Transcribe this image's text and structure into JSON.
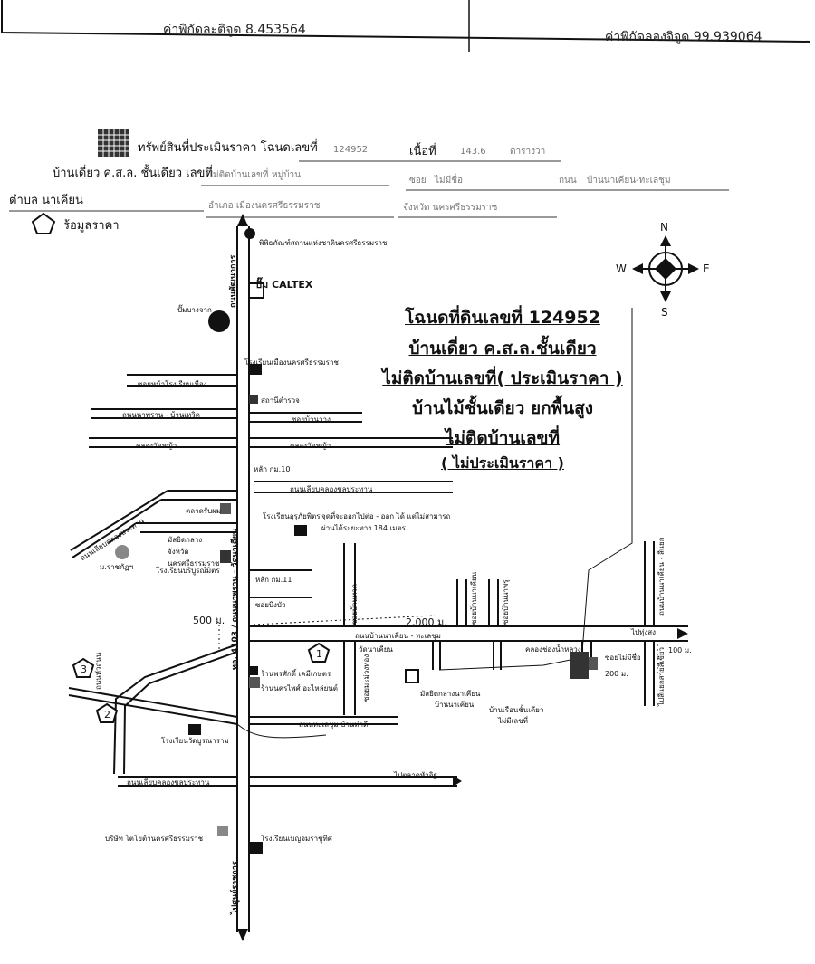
{
  "coords": {
    "lat_label": "ค่าพิกัดละติจูด 8.453564",
    "lon_label": "ค่าพิกัดลองจิจูด 99.939064"
  },
  "header": {
    "asset_label": "ทรัพย์สินที่ประเมินราคา โฉนดเลขที่",
    "deed_no": "124952",
    "area_label": "เนื้อที่",
    "area_value": "143.6",
    "area_unit": "ตารางวา",
    "house_label": "บ้านเดี่ยว ค.ส.ล. ชั้นเดียว เลขที่",
    "house_no": "ไม่ติดบ้านเลขที่",
    "village_label": "หมู่บ้าน",
    "soi_label": "ซอย",
    "soi_value": "ไม่มีชื่อ",
    "road_label": "ถนน",
    "road_value": "บ้านนาเคียน-ทะเลชุม",
    "tambon": "ตำบล นาเคียน",
    "amphoe": "อำเภอ เมืองนครศรีธรรมราช",
    "province": "จังหวัด นครศรีธรรมราช",
    "legend_price": "ร้อมูลราคา"
  },
  "compass": {
    "n": "N",
    "s": "S",
    "e": "E",
    "w": "W"
  },
  "title_lines": [
    "โฉนดที่ดินเลขที่ 124952",
    "บ้านเดี่ยว ค.ส.ล.ชั้นเดียว",
    "ไม่ติดบ้านเลขที่( ประเมินราคา )",
    "บ้านไม้ชั้นเดียว ยกพื้นสูง",
    "ไม่ติดบ้านเลขที่",
    "( ไม่ประเมินราคา )"
  ],
  "labels": {
    "museum": "พิพิธภัณฑ์สถานแห่งชาตินครศรีธรรมราช",
    "caltex": "ปั๊ม CALTEX",
    "pump_bangchak": "ปั๊มบางจาก",
    "school_muang": "โรงเรียนเมืองนครศรีธรรมราช",
    "soi_school": "ซอยหน้าโรงเรียนเมือง",
    "rd_phraharn": "ถนนนาพราน - บ้านเหวิด",
    "police": "สถานีตำรวจ",
    "soi_banwang": "ซอยบ้านวาง",
    "khlong_hua_tawan": "คลองวัดหญ้า",
    "km10": "หลัก กม.10",
    "rd_khlong": "ถนนเลียบคลองชลประทาน",
    "market": "ตลาดรับผม",
    "school_urupha": "โรงเรียนอุรุภัยพิตร",
    "note_dist": "จุดที่จะออกไปต่อ - ออก ได้ แต่ไม่สามารถผ่านได้ระยะทาง 184 เมตร",
    "mosque": "มัสยิดกลางจังหวัดนครศรีธรรมราช",
    "school_bunyamit": "โรงเรียนบริบูรณ์มิตร",
    "university": "ม.ราชภัฏฯ",
    "km11": "หลัก กม.11",
    "soi_bueng": "ซอยบึงบัว",
    "dist_500": "500 ม.",
    "dist_2000": "2,000 ม.",
    "rd_main": "ถนนบ้านนาเคียน - ทะเลชุม",
    "temple": "วัดนาเคียน",
    "khlong_nakhon": "คลองช่องน้ำหลวง",
    "dist_100": "100 ม.",
    "soi_mai_mi": "ซอยไม่มีชื่อ",
    "dist_200": "200 ม.",
    "to_thasala": "ไปทุ่งสง",
    "shop_1": "ร้านพรศักดิ์ เคมีเกษตร",
    "shop_2": "ร้านนครไพศ์ อะไหล่ยนต์",
    "mosque_2": "มัสยิดกลางนาเคียน",
    "ban_nakhian": "บ้านนาเคียน",
    "rd_thaleschum": "ถนนทะเลชุม บ้านท่าดี",
    "school_thalesub": "โรงเรียนวัดบูรณาราม",
    "ban_ohm": "บ้านเรือนชั้นเดียว",
    "ban_ohm2": "ไม่มีเลขที่",
    "rd_kasikorn": "ถนนเลียบคลองชลประทาน",
    "to_chalerm": "ไปตลาดหัวอิฐ",
    "company": "บริษัท โตโยต้านครศรีธรรมราช",
    "school_nonglan": "โรงเรียนเบญจมราชูทิศ",
    "rd_4103_top": "ถนนพัฒนาการ",
    "rd_4103": "ทล. 4103 / ถนนนาพราน - วัดนาเคียน",
    "rd_bottom": "ไปศูนย์ราชการ",
    "rd_vert1": "ซอยบ้านทวด",
    "rd_vert2": "ซอยมะม่วงทอง",
    "rd_vert3": "ซอยบ้านนาเคียน",
    "rd_vert4": "ซอยบ้านนาพรุ",
    "rd_vert5": "ถนนบ้านนาเคียน - สี่แยก",
    "rd_left": "ถนนเลียบคลองประทาน",
    "rd_bangkok": "ถนนหัวถนน",
    "sign_right": "ไปสี่แยกสายสีเขียว"
  },
  "markers": {
    "m1": "1",
    "m2": "2",
    "m3": "3"
  },
  "colors": {
    "ink": "#111111",
    "road_fill": "#ffffff",
    "subject": "#222222"
  }
}
